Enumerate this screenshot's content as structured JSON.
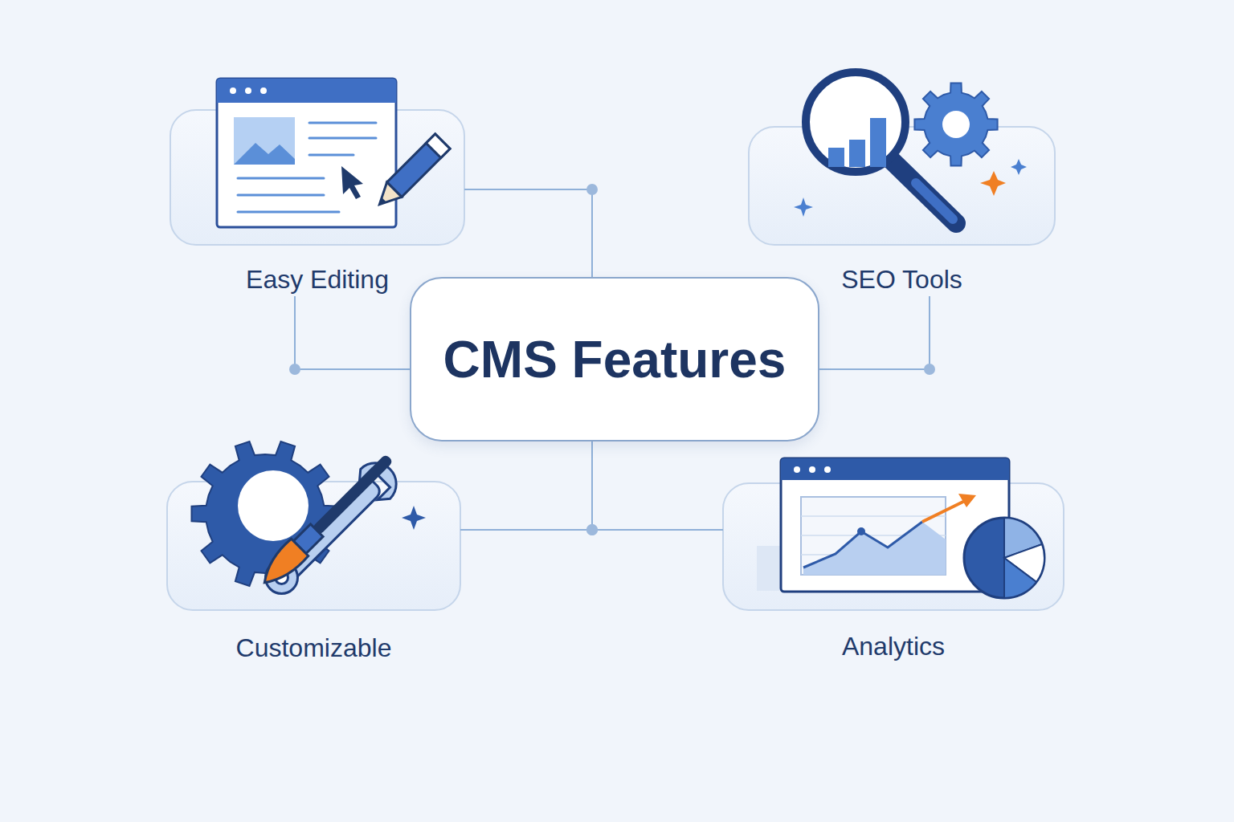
{
  "diagram": {
    "nodes": [
      {
        "text": [
          "Easy Editing"
        ]
      },
      {
        "text": [
          "SEO Tools"
        ]
      },
      {
        "text": [
          "CMS Features"
        ]
      },
      {
        "text": [
          "Customizable"
        ]
      },
      {
        "text": [
          "Analytics"
        ]
      }
    ],
    "edges": [
      {
        "from": 2,
        "to": 0,
        "arrow": "none"
      },
      {
        "from": 2,
        "to": 0,
        "arrow": "none"
      },
      {
        "from": 2,
        "to": 1,
        "arrow": "none"
      },
      {
        "from": 2,
        "to": 3,
        "arrow": "none"
      },
      {
        "from": 2,
        "to": 4,
        "arrow": "none"
      }
    ]
  }
}
